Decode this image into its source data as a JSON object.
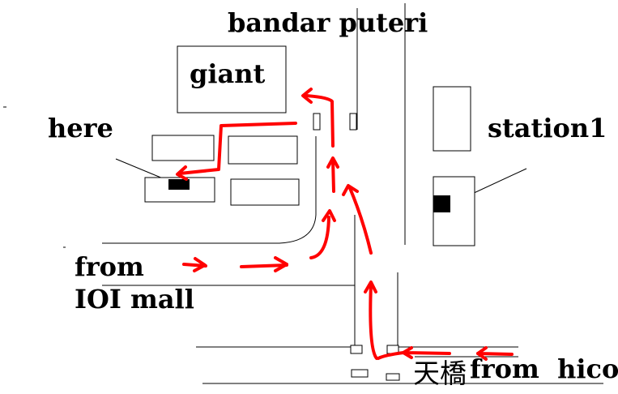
{
  "labels": {
    "bandar_puteri": "bandar puteri",
    "giant": "giant",
    "here": "here",
    "station1": "station1",
    "from_ioi_line1": "from",
    "from_ioi_line2": "IOI mall",
    "bridge": "天橋",
    "from_hicom": "from  hicom"
  },
  "colors": {
    "route": "#ff0000",
    "ink": "#000000",
    "background": "#ffffff"
  }
}
